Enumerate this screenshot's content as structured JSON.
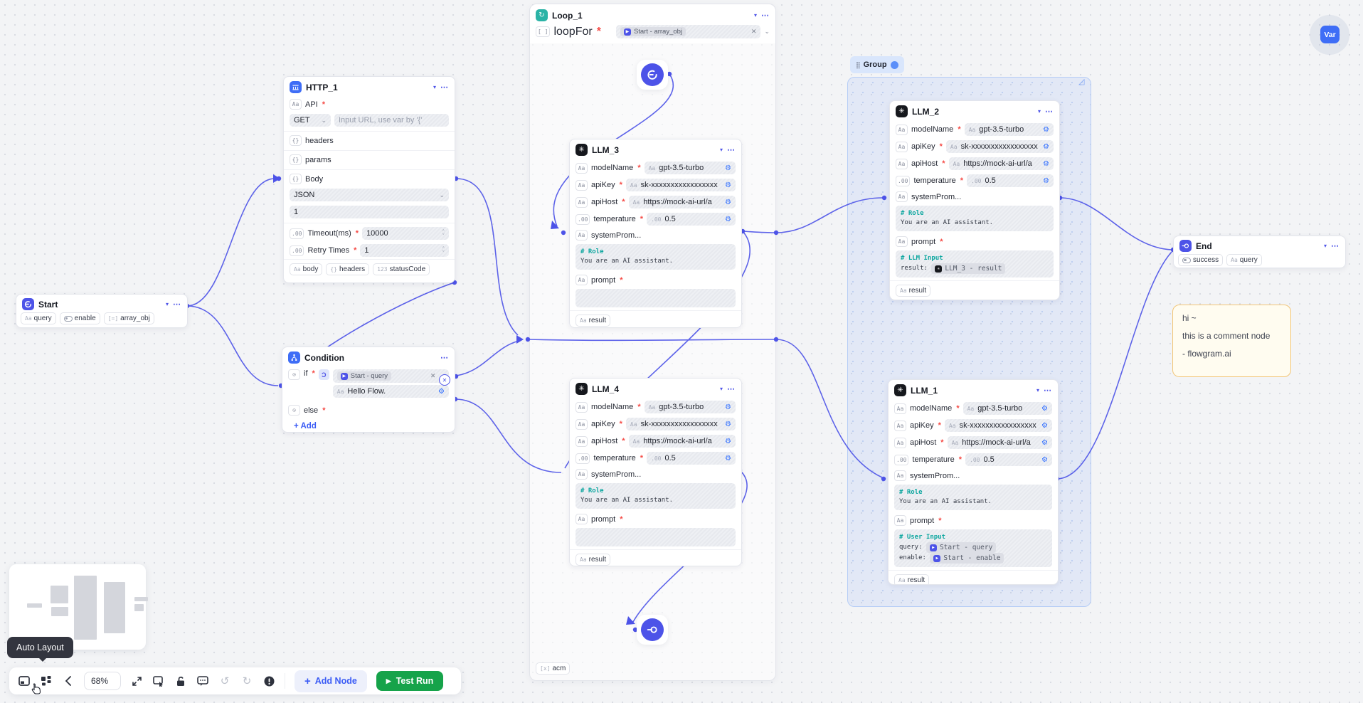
{
  "header": {
    "var_label": "Var"
  },
  "ui": {
    "required_mark": "*",
    "caret": "▾",
    "dots": "⋯",
    "close": "✕",
    "chevron": "⌄",
    "gear": "⚙",
    "stepper_up": "˄",
    "stepper_down": "˅",
    "plus": "+",
    "play": "▶",
    "contains_op": "Ɔ"
  },
  "icons": {
    "string": "Aa",
    "object": "{}",
    "number": ".00",
    "integer": "123",
    "array": "[=]",
    "array_x": "[x]",
    "array_empty": "[ ]",
    "condition": "⊙"
  },
  "colors": {
    "accent_edge": "#4d53e8",
    "node_blue": "#3e6df6",
    "loop_teal": "#2bb3a6",
    "llm_black": "#16181d",
    "group_blue": "#5b8ff9",
    "comment_border": "#f2c576",
    "comment_bg": "#fffcf0",
    "code_keyword": "#0fa7a0",
    "test_run_green": "#16a34a",
    "required_red": "#f54a45"
  },
  "nodes": {
    "start": {
      "title": "Start",
      "tag_query": "query",
      "tag_enable": "enable",
      "tag_array": "array_obj"
    },
    "http": {
      "title": "HTTP_1",
      "api_label": "API",
      "method": "GET",
      "url_placeholder": "Input URL, use var by '{'",
      "headers_label": "headers",
      "params_label": "params",
      "body_label": "Body",
      "body_type": "JSON",
      "body_value": "1",
      "timeout_label": "Timeout(ms)",
      "timeout_value": "10000",
      "retry_label": "Retry Times",
      "retry_value": "1",
      "out_body": "body",
      "out_headers": "headers",
      "out_status": "statusCode"
    },
    "condition": {
      "title": "Condition",
      "if_label": "if",
      "if_ref": "Start - query",
      "if_value": "Hello Flow.",
      "else_label": "else",
      "add_label": "Add"
    },
    "loop": {
      "title": "Loop_1",
      "loopfor_label": "loopFor",
      "loopfor_ref": "Start - array_obj",
      "bottom_tag": "acm"
    },
    "llm3": {
      "title": "LLM_3"
    },
    "llm4": {
      "title": "LLM_4"
    },
    "llm2": {
      "title": "LLM_2",
      "prompt_head": "# LLM Input",
      "p1_key": "result:",
      "p1_ref": "LLM_3 - result"
    },
    "llm1": {
      "title": "LLM_1",
      "prompt_head": "# User Input",
      "p1_key": "query:",
      "p1_ref": "Start - query",
      "p2_key": "enable:",
      "p2_ref": "Start - enable"
    },
    "end": {
      "title": "End",
      "tag_success": "success",
      "tag_query": "query"
    },
    "comment": {
      "line1": "hi ~",
      "line2": "this is a comment node",
      "line3": "- flowgram.ai"
    },
    "group": {
      "label": "Group"
    }
  },
  "llm": {
    "model_label": "modelName",
    "model_value": "gpt-3.5-turbo",
    "key_label": "apiKey",
    "key_value": "sk-xxxxxxxxxxxxxxxxx",
    "host_label": "apiHost",
    "host_value": "https://mock-ai-url/a",
    "temp_label": "temperature",
    "temp_value": "0.5",
    "sys_label": "systemProm...",
    "sys_head": "# Role",
    "sys_body": "You are an AI assistant.",
    "prompt_label": "prompt",
    "result_label": "result"
  },
  "toolbar": {
    "zoom": "68%",
    "add_node_label": "Add Node",
    "test_run_label": "Test Run",
    "tooltip": "Auto Layout"
  }
}
